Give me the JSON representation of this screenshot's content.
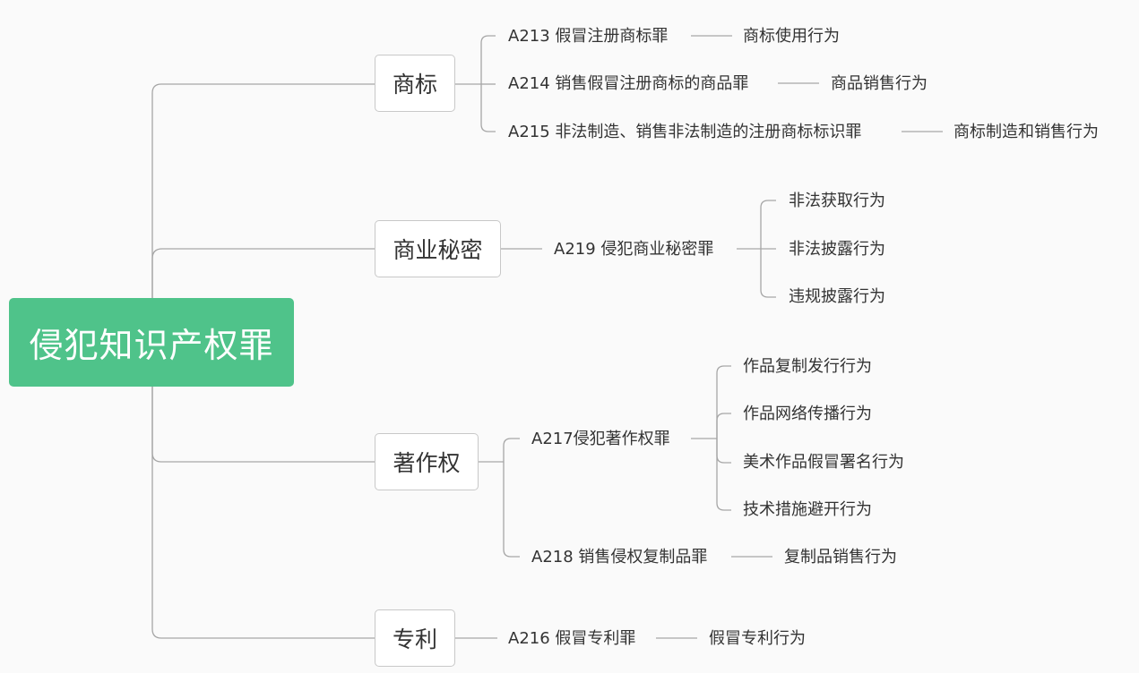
{
  "root": {
    "label": "侵犯知识产权罪"
  },
  "branches": {
    "trademark": {
      "label": "商标",
      "crimes": [
        {
          "code_name": "A213 假冒注册商标罪",
          "act": "商标使用行为"
        },
        {
          "code_name": "A214 销售假冒注册商标的商品罪",
          "act": "商品销售行为"
        },
        {
          "code_name": "A215 非法制造、销售非法制造的注册商标标识罪",
          "act": "商标制造和销售行为"
        }
      ]
    },
    "trade_secret": {
      "label": "商业秘密",
      "crime": "A219 侵犯商业秘密罪",
      "acts": [
        "非法获取行为",
        "非法披露行为",
        "违规披露行为"
      ]
    },
    "copyright": {
      "label": "著作权",
      "crime_a217": "A217侵犯著作权罪",
      "acts_a217": [
        "作品复制发行行为",
        "作品网络传播行为",
        "美术作品假冒署名行为",
        "技术措施避开行为"
      ],
      "crime_a218": "A218 销售侵权复制品罪",
      "act_a218": "复制品销售行为"
    },
    "patent": {
      "label": "专利",
      "crime": "A216 假冒专利罪",
      "act": "假冒专利行为"
    }
  }
}
